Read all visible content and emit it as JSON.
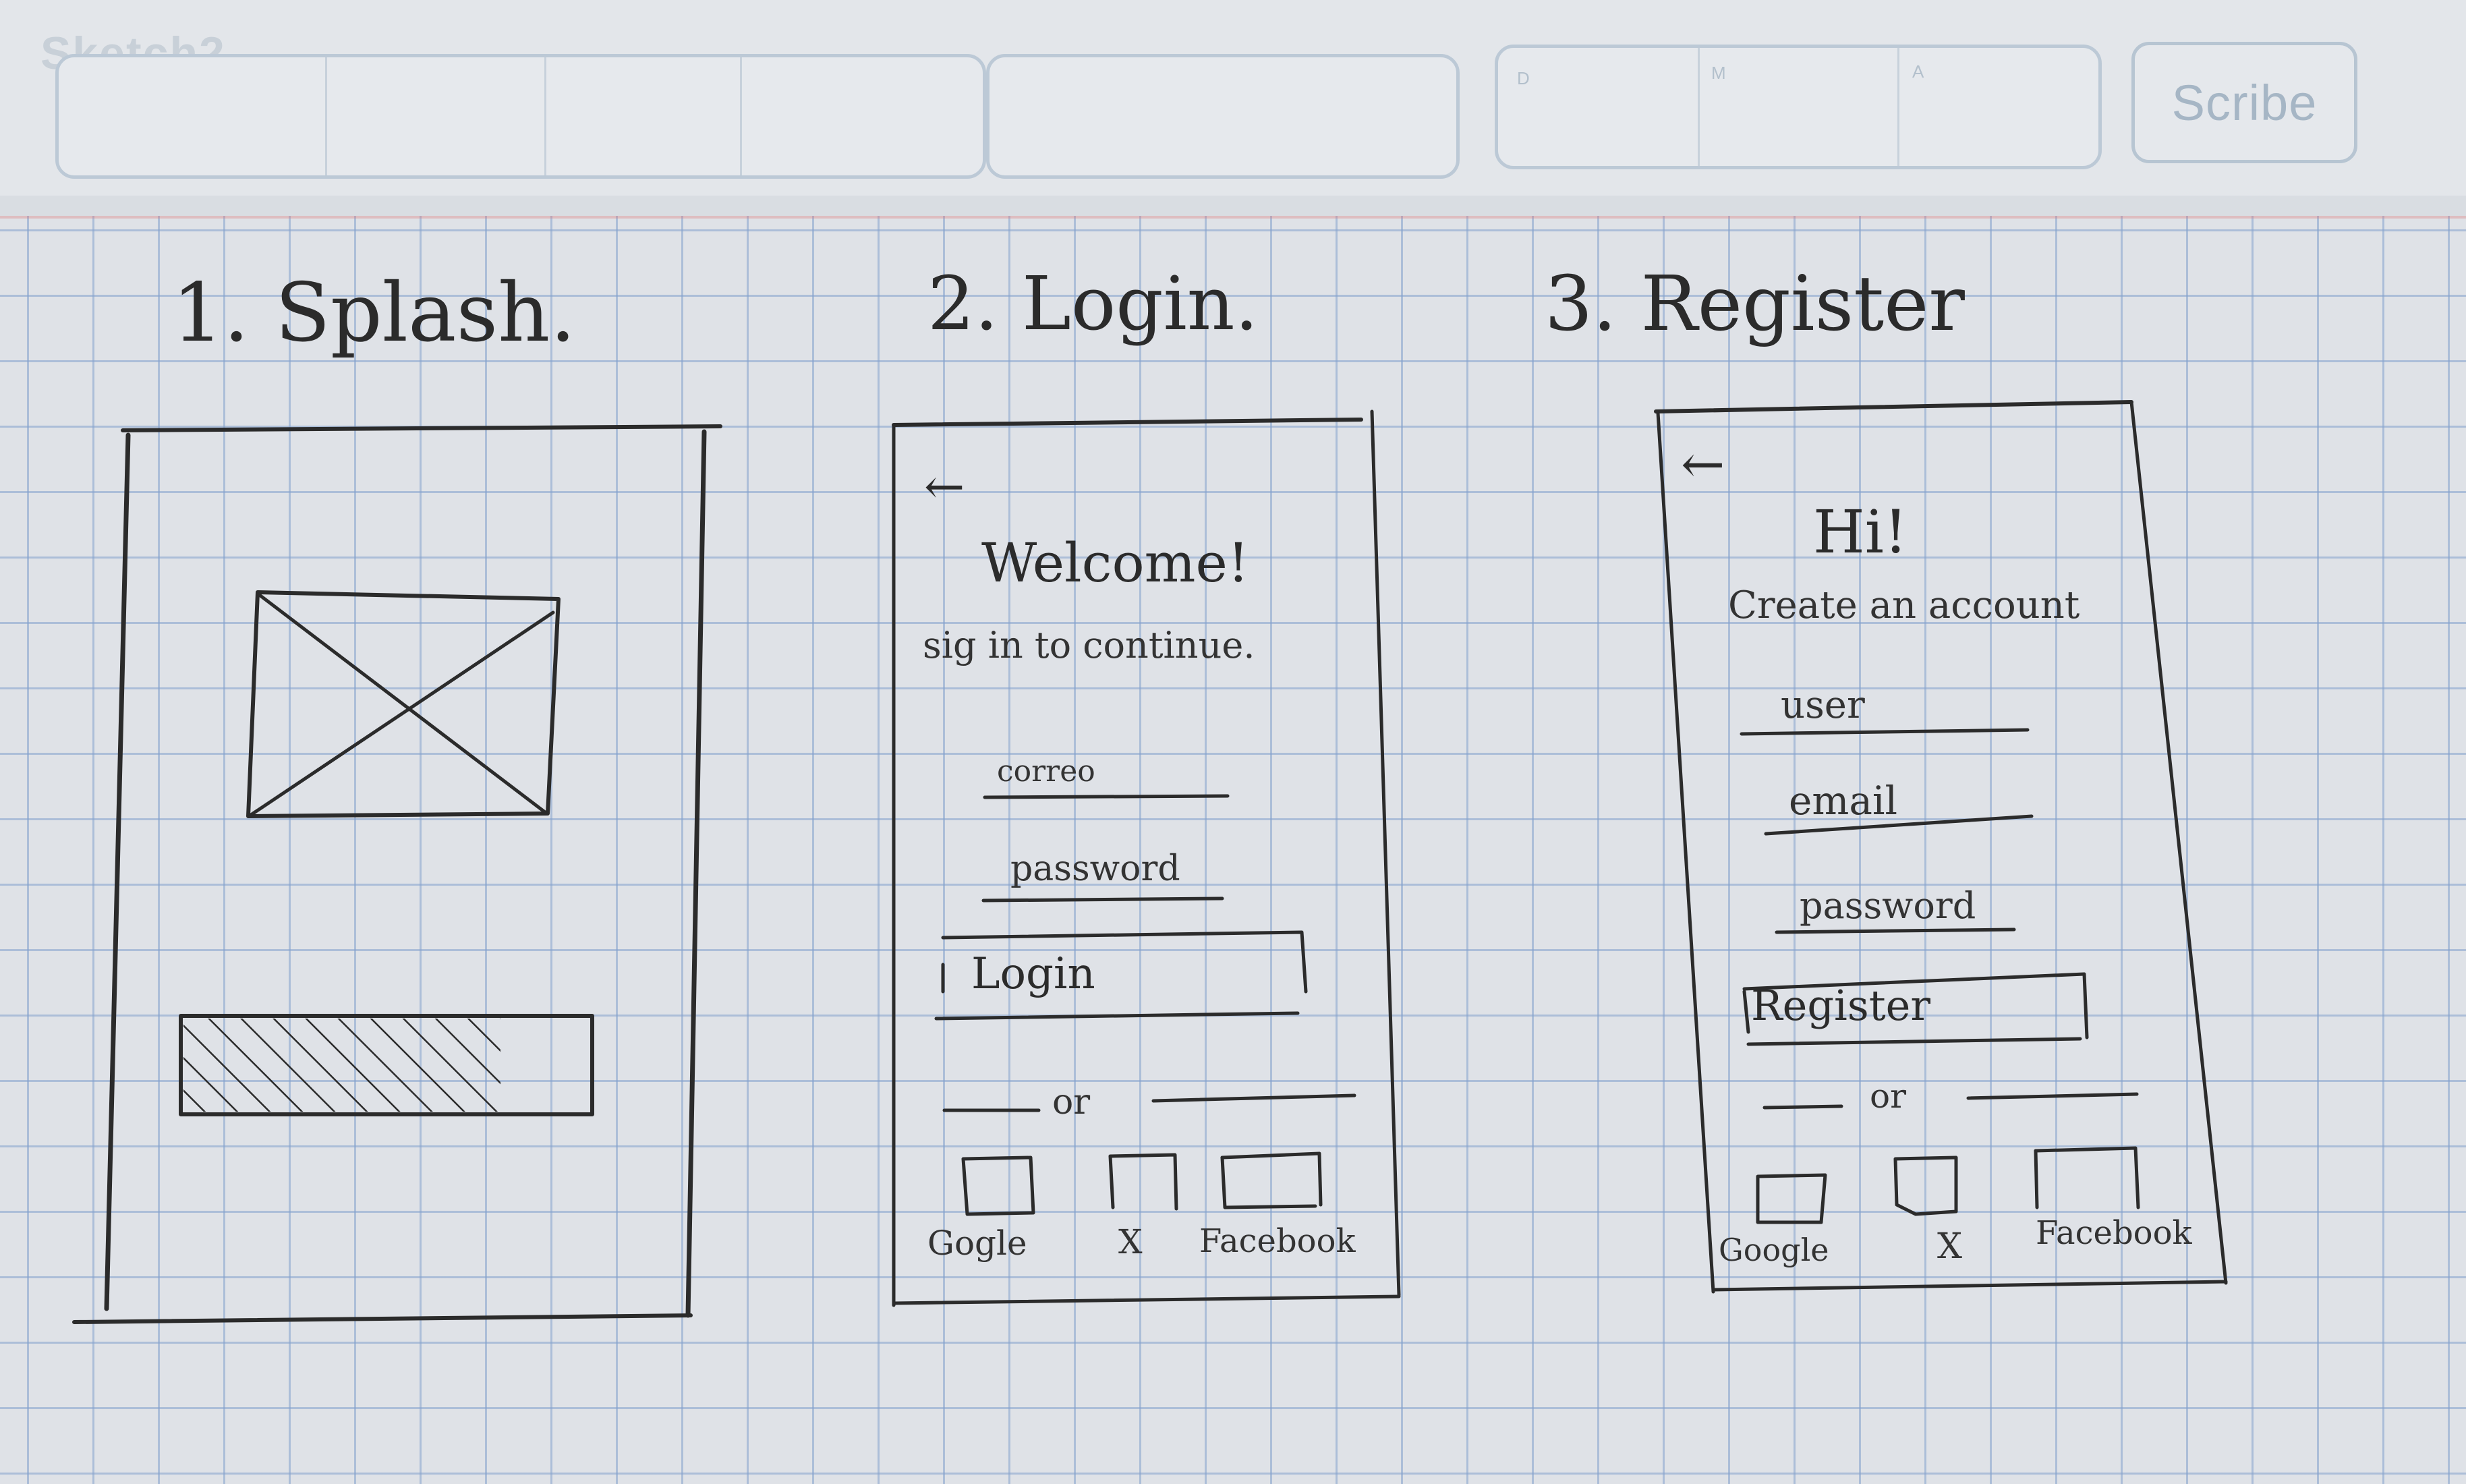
{
  "header": {
    "faint_title": "Sketch2",
    "labels": [
      "D",
      "M",
      "A"
    ],
    "scribe_label": "Scribe"
  },
  "screens": {
    "splash": {
      "title": "1. Splash."
    },
    "login": {
      "title": "2. Login.",
      "back": "←",
      "heading": "Welcome!",
      "subheading": "sig in to continue.",
      "email_field": "correo",
      "password_field": "password",
      "button": "Login",
      "divider": "or",
      "social": [
        "Gogle",
        "X",
        "Facebook"
      ]
    },
    "register": {
      "title": "3. Register",
      "back": "←",
      "heading": "Hi!",
      "subheading": "Create an account",
      "user_field": "user",
      "email_field": "email",
      "password_field": "password",
      "button": "Register",
      "divider": "or",
      "social": [
        "Google",
        "X",
        "Facebook"
      ]
    }
  },
  "colors": {
    "ink": "#2b2b2b",
    "grid": "#82a0cd",
    "header_outline": "#bcc9d6"
  }
}
